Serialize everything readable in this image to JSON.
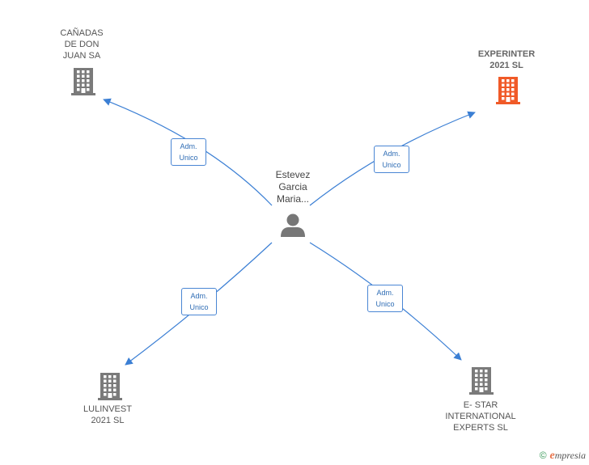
{
  "center": {
    "name": "Estevez\nGarcia\nMaria...",
    "icon": "person-icon"
  },
  "companies": [
    {
      "id": "canadas",
      "name": "CAÑADAS\nDE DON\nJUAN SA",
      "icon": "building-icon",
      "color": "#7a7a7a",
      "highlight": false
    },
    {
      "id": "experinter",
      "name": "EXPERINTER\n2021  SL",
      "icon": "building-icon",
      "color": "#f05a28",
      "highlight": true
    },
    {
      "id": "lulinvest",
      "name": "LULINVEST\n2021  SL",
      "icon": "building-icon",
      "color": "#7a7a7a",
      "highlight": false
    },
    {
      "id": "estar",
      "name": "E- STAR\nINTERNATIONAL\nEXPERTS  SL",
      "icon": "building-icon",
      "color": "#7a7a7a",
      "highlight": false
    }
  ],
  "edges": [
    {
      "to": "canadas",
      "label_line1": "Adm.",
      "label_line2": "Unico"
    },
    {
      "to": "experinter",
      "label_line1": "Adm.",
      "label_line2": "Unico"
    },
    {
      "to": "lulinvest",
      "label_line1": "Adm.",
      "label_line2": "Unico"
    },
    {
      "to": "estar",
      "label_line1": "Adm.",
      "label_line2": "Unico"
    }
  ],
  "colors": {
    "edge": "#3b7fd4",
    "person": "#777777"
  },
  "brand": {
    "copyright": "©",
    "e": "e",
    "rest": "mpresia"
  }
}
